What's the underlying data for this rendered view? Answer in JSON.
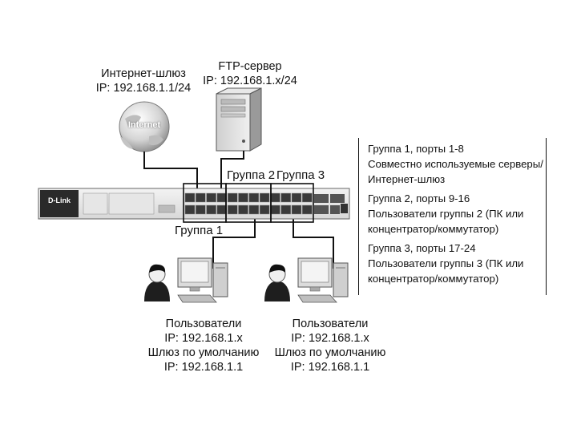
{
  "gateway": {
    "title": "Интернет-шлюз",
    "ip": "IP: 192.168.1.1/24",
    "globe_text": "Internet"
  },
  "ftp": {
    "title": "FTP-сервер",
    "ip": "IP: 192.168.1.x/24"
  },
  "switch": {
    "brand": "D-Link"
  },
  "groups": {
    "g1": "Группа 1",
    "g2": "Группа 2",
    "g3": "Группа 3"
  },
  "legend": {
    "g1_line1": "Группа 1, порты 1-8",
    "g1_line2": "Совместно используемые серверы/",
    "g1_line3": "Интернет-шлюз",
    "g2_line1": "Группа 2, порты 9-16",
    "g2_line2": "Пользователи группы 2 (ПК или",
    "g2_line3": "концентратор/коммутатор)",
    "g3_line1": "Группа 3, порты 17-24",
    "g3_line2": "Пользователи группы 3 (ПК или",
    "g3_line3": "концентратор/коммутатор)"
  },
  "users_left": {
    "line1": "Пользователи",
    "line2": "IP: 192.168.1.x",
    "line3": "Шлюз по умолчанию",
    "line4": "IP: 192.168.1.1"
  },
  "users_right": {
    "line1": "Пользователи",
    "line2": "IP: 192.168.1.x",
    "line3": "Шлюз по умолчанию",
    "line4": "IP: 192.168.1.1"
  },
  "icons": [
    "internet-globe-icon",
    "server-tower-icon",
    "network-switch-icon",
    "user-person-icon",
    "desktop-pc-icon",
    "keyboard-icon"
  ]
}
